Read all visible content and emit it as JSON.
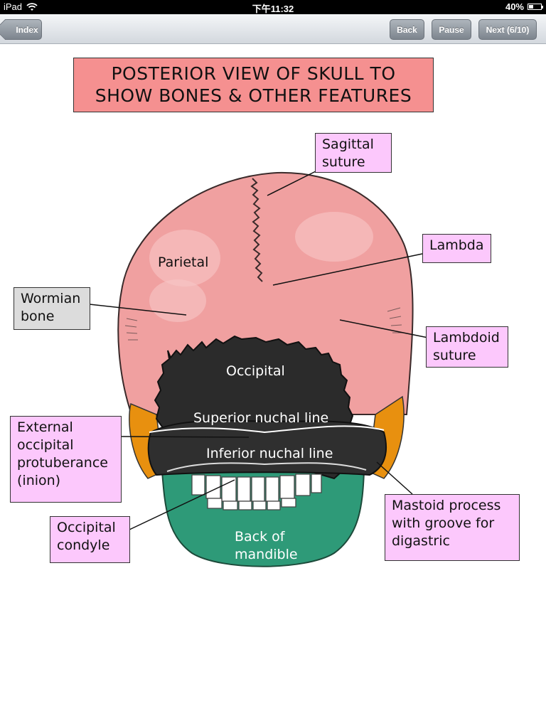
{
  "status_bar": {
    "device": "iPad",
    "time": "下午11:32",
    "battery": "40%",
    "battery_level": 0.4
  },
  "toolbar": {
    "index_label": "Index",
    "back_label": "Back",
    "pause_label": "Pause",
    "next_label": "Next (6/10)"
  },
  "slide": {
    "title_line1": "POSTERIOR VIEW OF SKULL TO",
    "title_line2": "SHOW BONES & OTHER FEATURES",
    "labels": {
      "sagittal_suture": "Sagittal\nsuture",
      "lambda": "Lambda",
      "wormian_bone": "Wormian\nbone",
      "lambdoid_suture": "Lambdoid\nsuture",
      "external_occipital_protuberance": "External\noccipital\nprotuberance\n(inion)",
      "occipital_condyle": "Occipital\ncondyle",
      "mastoid_process": "Mastoid process\nwith groove for\ndigastric"
    },
    "bone_labels": {
      "parietal": "Parietal",
      "occipital": "Occipital",
      "superior_nuchal_line": "Superior nuchal line",
      "inferior_nuchal_line": "Inferior nuchal line",
      "back_of_mandible_1": "Back of",
      "back_of_mandible_2": "mandible"
    },
    "colors": {
      "parietal": "#f0a0a0",
      "occipital": "#2b2b2b",
      "mastoid": "#e8900f",
      "mandible": "#2e9a78",
      "callout_pink": "#fcc8fc",
      "callout_gray": "#dcdcdc",
      "title_fill": "#f59090"
    }
  }
}
